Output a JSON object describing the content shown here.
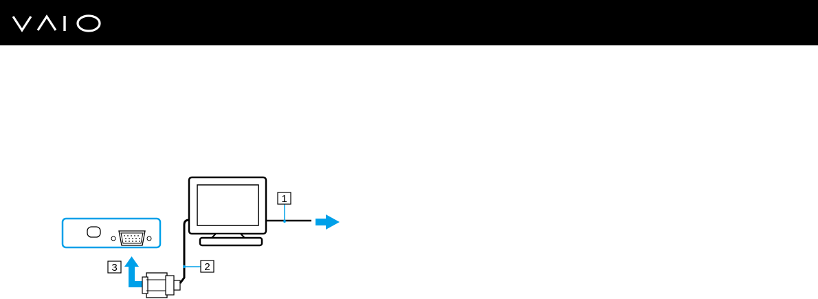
{
  "brand": {
    "logo_name": "vaio-logo"
  },
  "diagram": {
    "callouts": [
      {
        "id": "1",
        "label": "1"
      },
      {
        "id": "2",
        "label": "2"
      },
      {
        "id": "3",
        "label": "3"
      }
    ],
    "colors": {
      "header": "#000000",
      "accent": "#00a0e9",
      "line": "#000000"
    }
  }
}
